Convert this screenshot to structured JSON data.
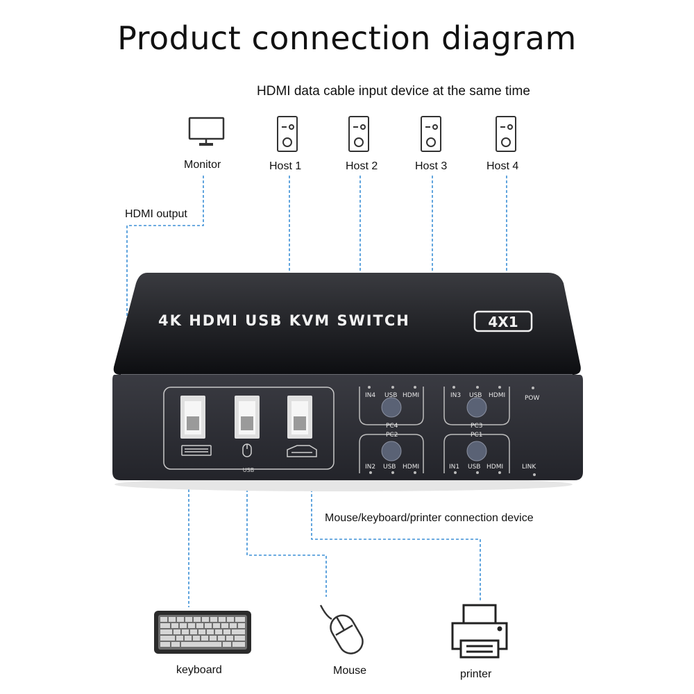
{
  "title": "Product connection diagram",
  "subtitle": "HDMI data cable input device at the same time",
  "top_devices": [
    {
      "label": "Monitor",
      "icon": "monitor-icon"
    },
    {
      "label": "Host 1",
      "icon": "pc-tower-icon"
    },
    {
      "label": "Host 2",
      "icon": "pc-tower-icon"
    },
    {
      "label": "Host 3",
      "icon": "pc-tower-icon"
    },
    {
      "label": "Host 4",
      "icon": "pc-tower-icon"
    }
  ],
  "hdmi_output_label": "HDMI output",
  "usb_devices_label": "Mouse/keyboard/printer connection device",
  "bottom_devices": [
    {
      "label": "keyboard",
      "icon": "keyboard-icon"
    },
    {
      "label": "Mouse",
      "icon": "mouse-icon"
    },
    {
      "label": "printer",
      "icon": "printer-icon"
    }
  ],
  "device": {
    "name": "4K HDMI USB KVM SWITCH",
    "badge": "4X1",
    "usb_group_label": "USB",
    "pc_panels": [
      {
        "in": "IN4",
        "usb": "USB",
        "hdmi": "HDMI",
        "pc": "PC4"
      },
      {
        "in": "IN3",
        "usb": "USB",
        "hdmi": "HDMI",
        "pc": "PC3"
      },
      {
        "in": "IN2",
        "usb": "USB",
        "hdmi": "HDMI",
        "pc": "PC2"
      },
      {
        "in": "IN1",
        "usb": "USB",
        "hdmi": "HDMI",
        "pc": "PC1"
      }
    ],
    "pow_label": "POW",
    "link_label": "LINK"
  },
  "colors": {
    "connector_line": "#3b8fd6",
    "device_body": "#1c1d22",
    "device_front": "#2a2b31",
    "icon": "#333333"
  }
}
